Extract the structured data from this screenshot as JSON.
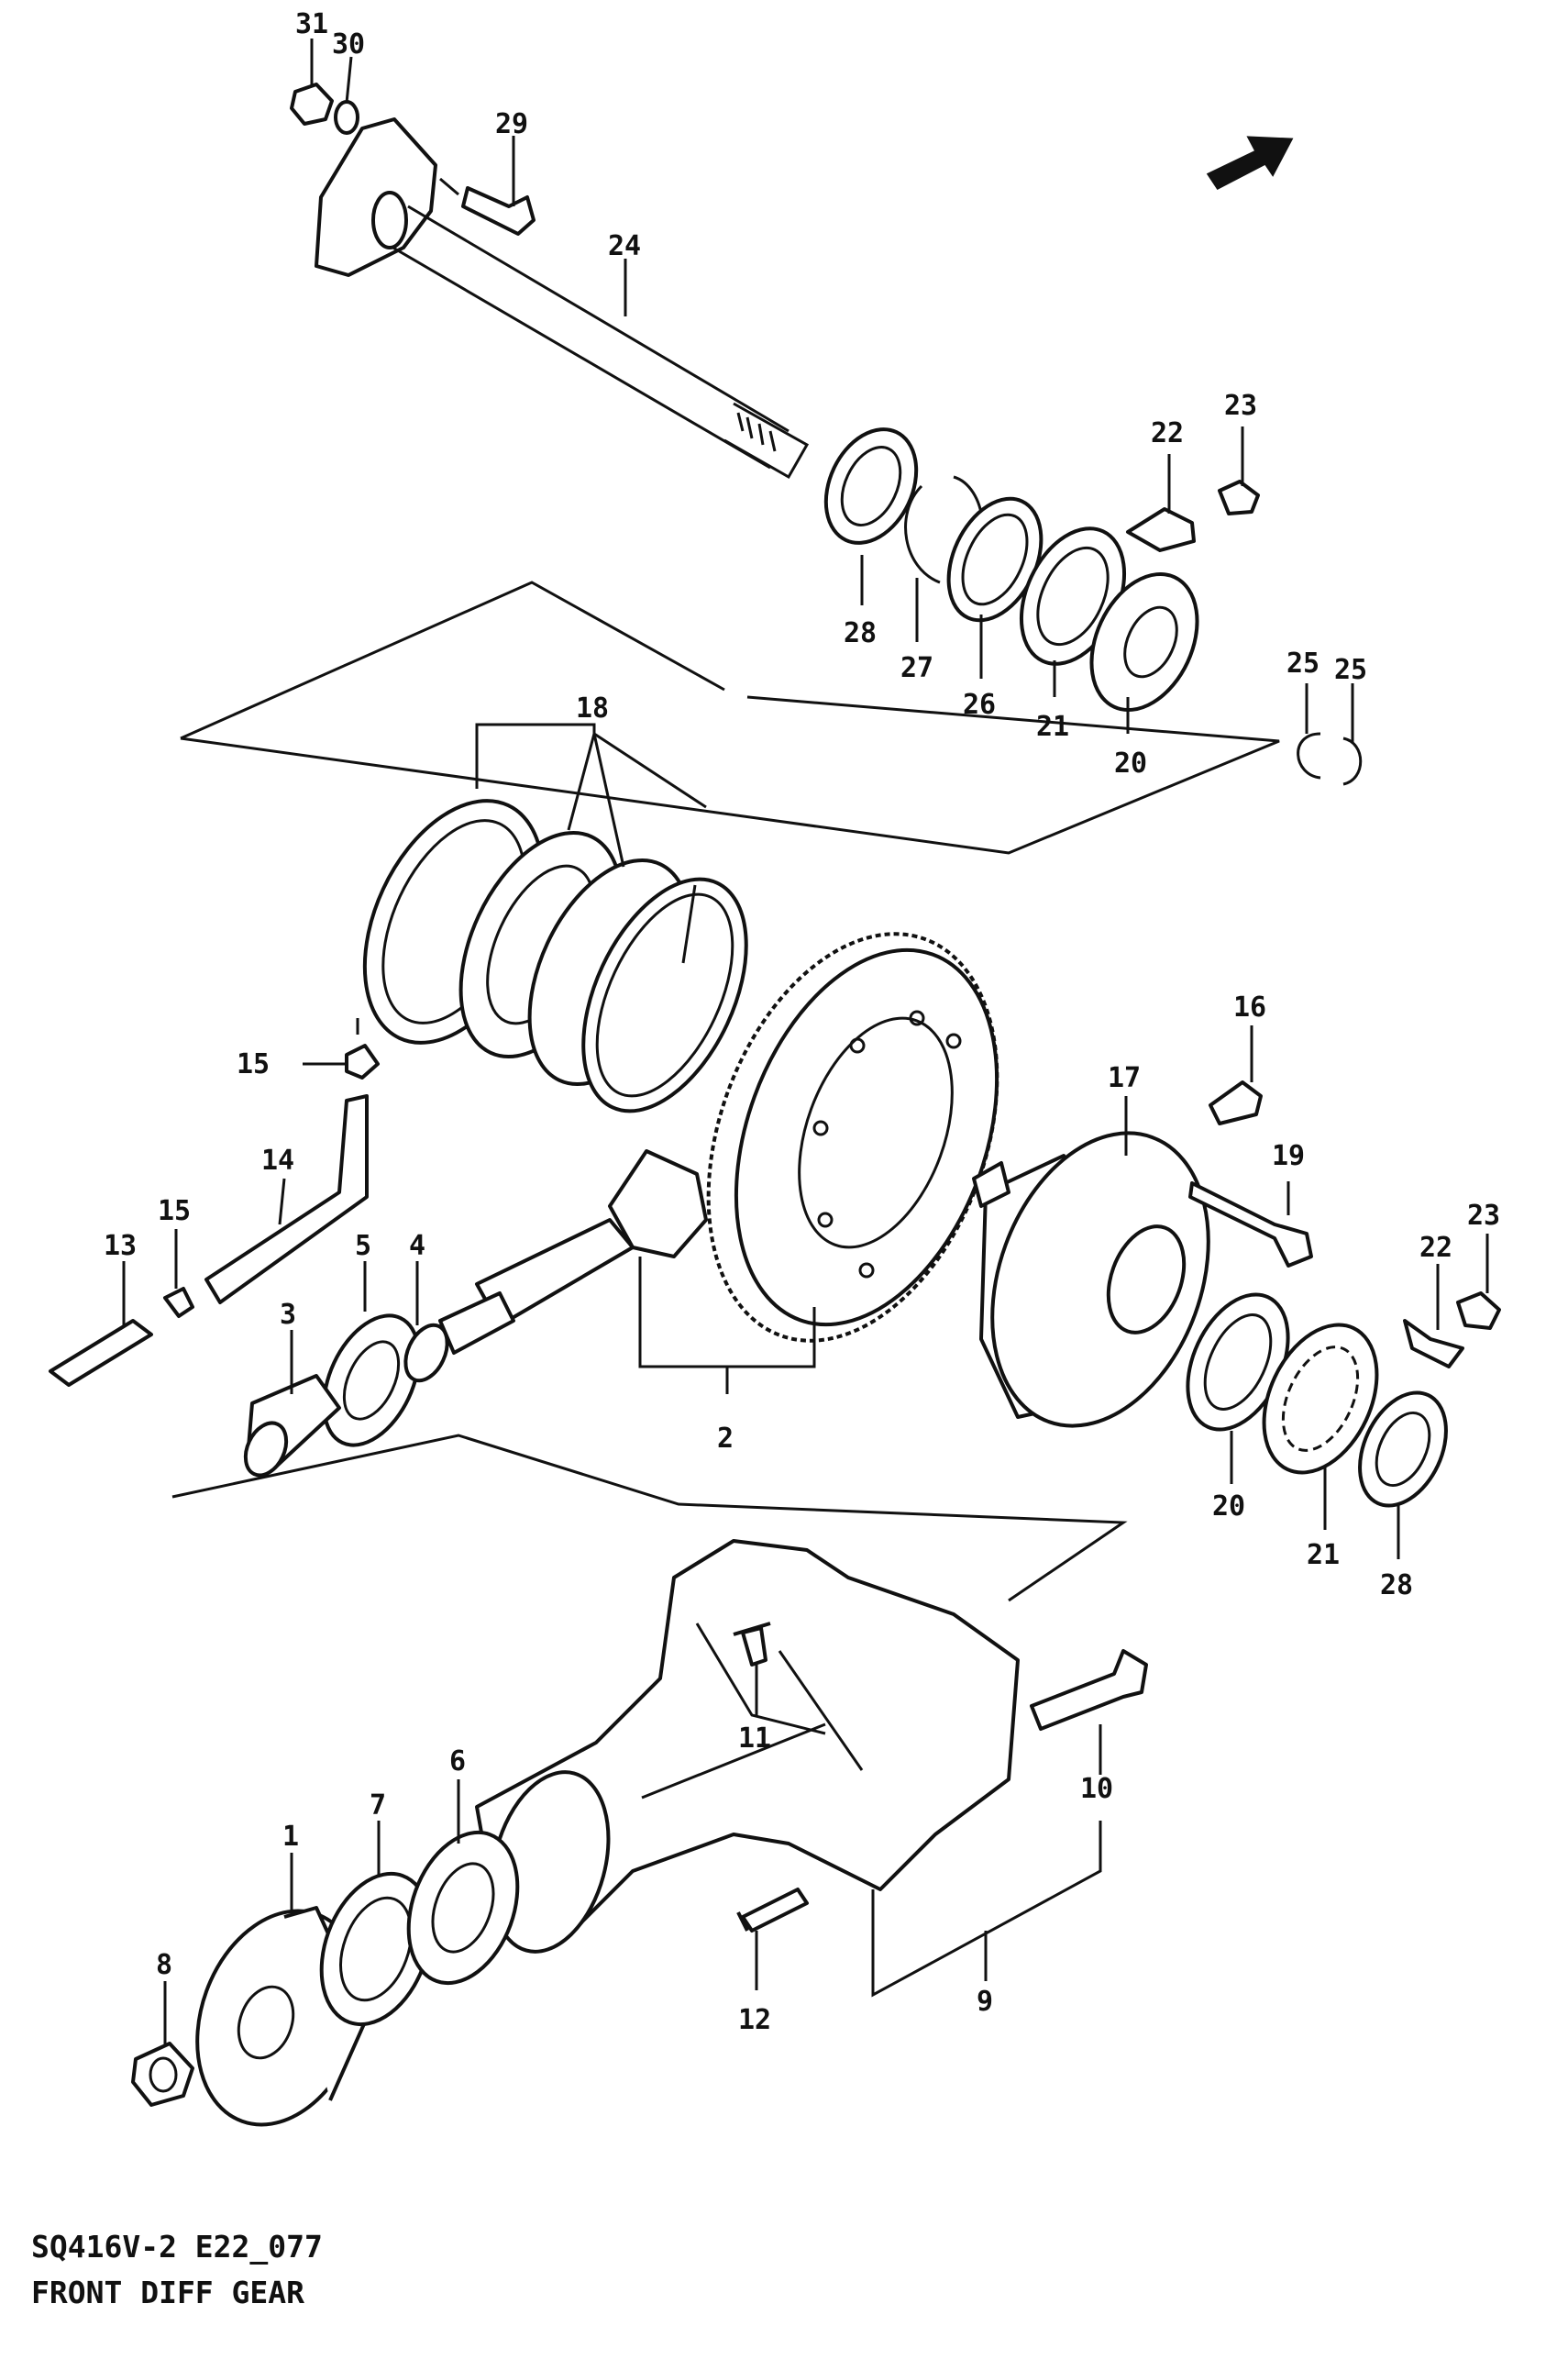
{
  "diagram": {
    "code": "SQ416V-2 E22_077",
    "title": "FRONT DIFF GEAR",
    "callouts": [
      "1",
      "2",
      "3",
      "4",
      "5",
      "6",
      "7",
      "8",
      "9",
      "10",
      "11",
      "12",
      "13",
      "14",
      "15",
      "15",
      "16",
      "17",
      "18",
      "19",
      "20",
      "20",
      "21",
      "21",
      "22",
      "22",
      "23",
      "23",
      "24",
      "25",
      "25",
      "26",
      "27",
      "28",
      "28",
      "29",
      "30",
      "31"
    ]
  },
  "icons": {
    "direction": "arrow-front-icon"
  },
  "colors": {
    "ink": "#111111",
    "paper": "#ffffff"
  }
}
